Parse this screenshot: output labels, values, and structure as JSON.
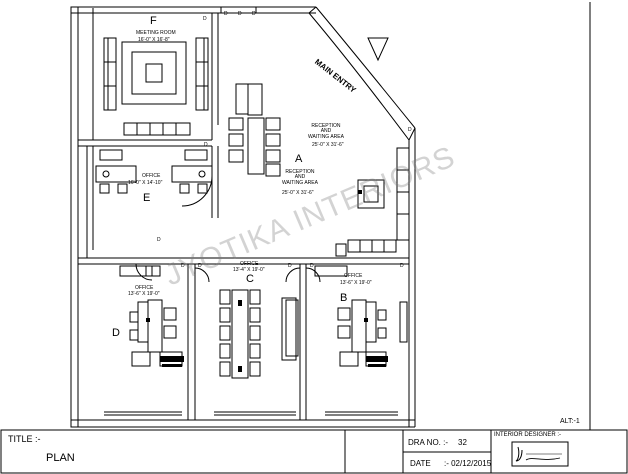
{
  "rooms": {
    "meeting": {
      "letter": "F",
      "name": "MEETING ROOM",
      "size": "16'-0\" X 16'-8\""
    },
    "office_e": {
      "letter": "E",
      "name": "OFFICE",
      "size": "16'-0\" X 14'-10\""
    },
    "reception": {
      "letter": "A",
      "name_1": "RECEPTION\nAND\nWAITING AREA",
      "size_1": "25'-0\" X 31'-6\"",
      "name_2": "RECEPTION\nAND\nWAITING AREA",
      "size_2": "25'-0\" X 31'-6\""
    },
    "office_d": {
      "letter": "D",
      "name": "OFFICE",
      "size": "13'-6\" X 19'-0\""
    },
    "office_c": {
      "letter": "C",
      "name": "OFFICE",
      "size": "13'-4\" X 19'-0\""
    },
    "office_b": {
      "letter": "B",
      "name": "OFFICE",
      "size": "13'-6\" X 19'-0\""
    }
  },
  "main_entry": "MAIN ENTRY",
  "door_mark": "D",
  "watermark": "JYOTIKA INTERIORS",
  "alt": "ALT:-1",
  "title_block": {
    "title_label": "TITLE :-",
    "title_value": "PLAN",
    "drawing_no_label": "DRA NO. :-",
    "drawing_no_value": "32",
    "date_label": "DATE",
    "date_value": ":- 02/12/2015",
    "designer_label": "INTERIOR DESIGNER :-"
  }
}
